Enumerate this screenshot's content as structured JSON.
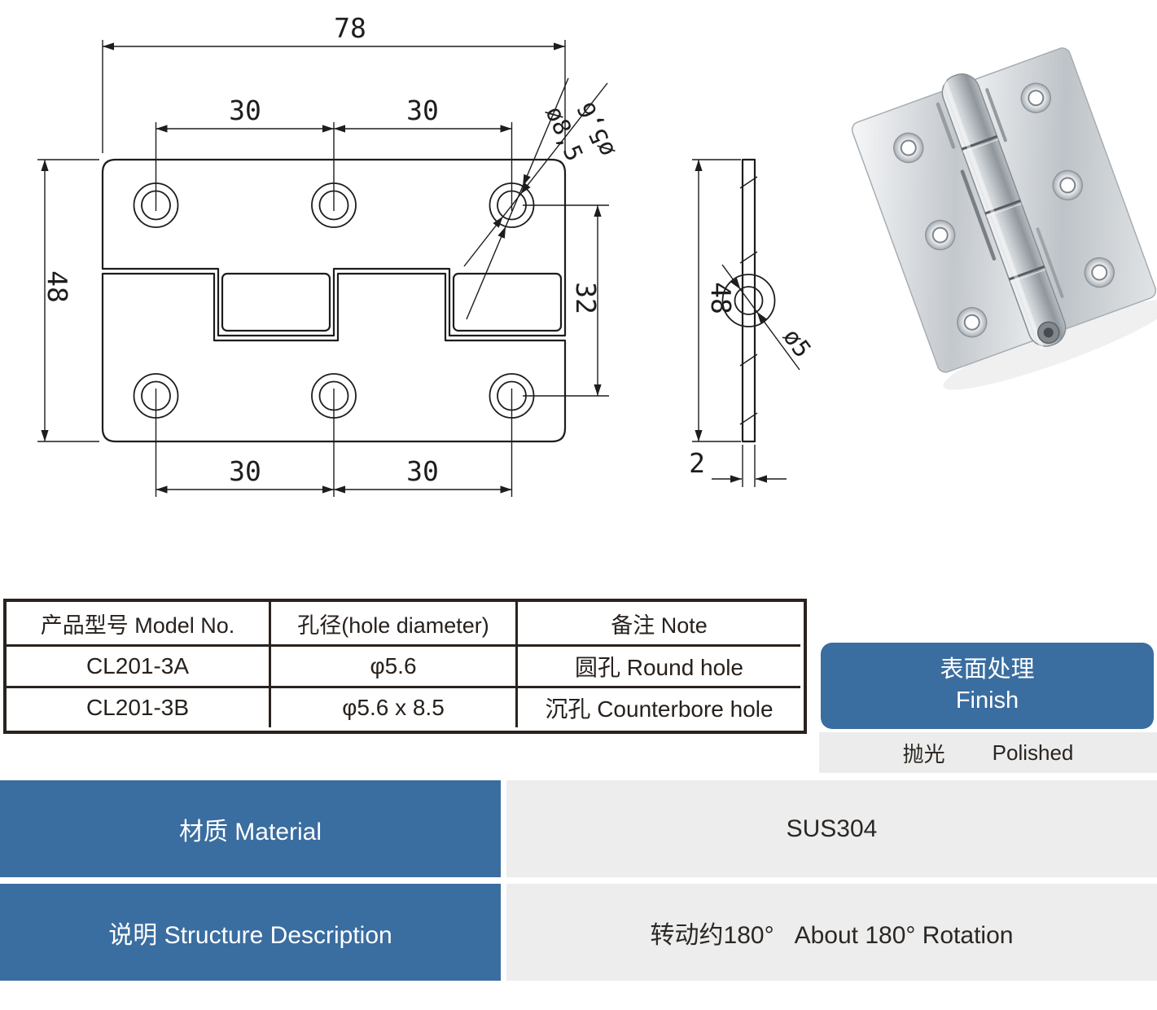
{
  "meta": {
    "accent_blue": "#3a6da0",
    "panel_gray": "#ededed",
    "strip_gray": "#ececec",
    "line_color": "#1d1d1d",
    "table_border": "#2a221e"
  },
  "drawing": {
    "front": {
      "overall_width": "78",
      "hole_spacing_top_left": "30",
      "hole_spacing_top_right": "30",
      "overall_height": "48",
      "counterbore_dia": "ø8,5",
      "hole_dia": "ø5,6",
      "vertical_hole_spacing": "32",
      "hole_spacing_bottom_left": "30",
      "hole_spacing_bottom_right": "30"
    },
    "side": {
      "height": "48",
      "hole_dia": "ø5",
      "thickness": "2"
    }
  },
  "table": {
    "headers": [
      "产品型号 Model No.",
      "孔径(hole diameter)",
      "备注 Note"
    ],
    "rows": [
      {
        "model": "CL201-3A",
        "hole": "φ5.6",
        "note": "圆孔 Round hole"
      },
      {
        "model": "CL201-3B",
        "hole": "φ5.6 x 8.5",
        "note": "沉孔 Counterbore hole"
      }
    ]
  },
  "finish": {
    "title_cn": "表面处理",
    "title_en": "Finish",
    "value_cn": "抛光",
    "value_en": "Polished"
  },
  "specs": [
    {
      "label": "材质 Material",
      "value": "SUS304"
    },
    {
      "label": "说明 Structure Description",
      "value": "转动约180°   About 180° Rotation"
    }
  ]
}
